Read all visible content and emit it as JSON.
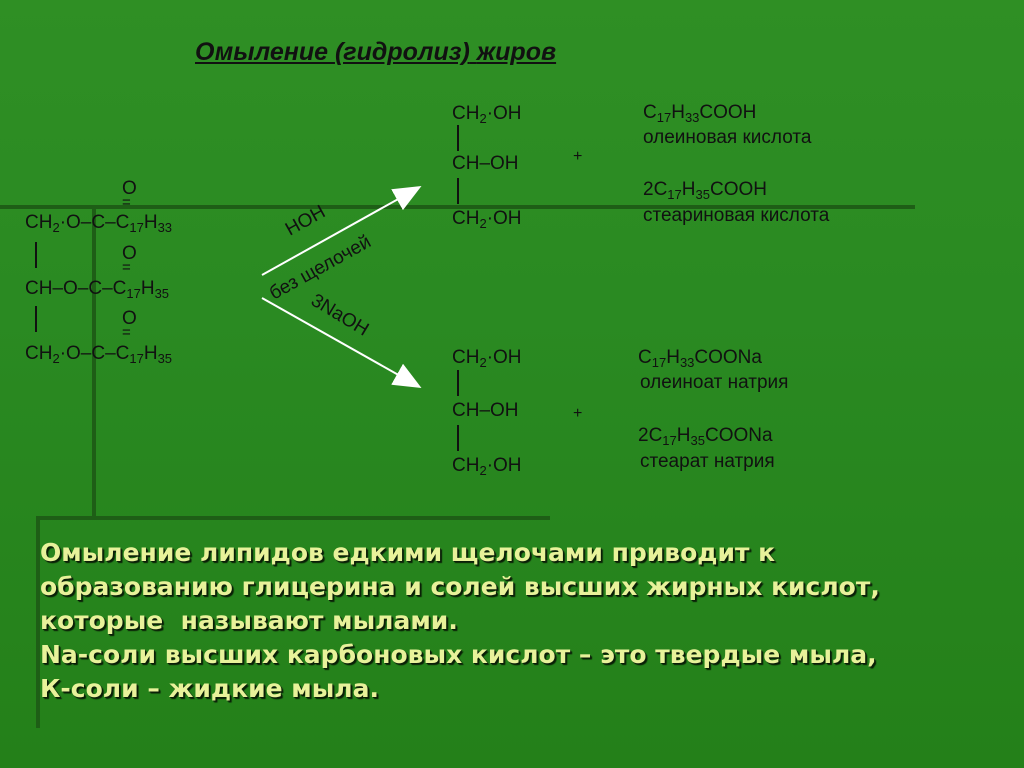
{
  "title": {
    "part1": "Омыление",
    "part2": "(гидролиз)",
    "part3": "жиров"
  },
  "triglyceride": {
    "row1": {
      "ch": "CH",
      "ch_sub": "2",
      "o": "·O–C–C",
      "r_sub1": "17",
      "r_h": "H",
      "r_sub2": "33"
    },
    "row2": {
      "ch": "CH–O–C–C",
      "r_sub1": "17",
      "r_h": "H",
      "r_sub2": "35"
    },
    "row3": {
      "ch": "CH",
      "ch_sub": "2",
      "o": "·O–C–C",
      "r_sub1": "17",
      "r_h": "H",
      "r_sub2": "35"
    },
    "carbonyl_o": "O",
    "double_bond": "="
  },
  "arrows": {
    "upper_label1": "HOH",
    "upper_label2": "без щелочей",
    "lower_label": "3NaOH"
  },
  "glycerol": {
    "top": {
      "a": "CH",
      "sub": "2",
      "b": "·OH"
    },
    "mid": "CH–OH",
    "bot": {
      "a": "CH",
      "sub": "2",
      "b": "·OH"
    }
  },
  "plus": "+",
  "acids": {
    "oleic_formula": {
      "a": "C",
      "s1": "17",
      "b": "H",
      "s2": "33",
      "c": "COOH"
    },
    "oleic_name": "олеиновая кислота",
    "stearic_formula": {
      "a": "2C",
      "s1": "17",
      "b": "H",
      "s2": "35",
      "c": "COOH"
    },
    "stearic_name": "стеариновая кислота"
  },
  "salts": {
    "oleate_formula": {
      "a": "C",
      "s1": "17",
      "b": "H",
      "s2": "33",
      "c": "COONa"
    },
    "oleate_name": "олеиноат натрия",
    "stearate_formula": {
      "a": "2C",
      "s1": "17",
      "b": "H",
      "s2": "35",
      "c": "COONa"
    },
    "stearate_name": "стеарат натрия"
  },
  "summary": {
    "line1": "Омыление липидов едкими щелочами приводит к",
    "line2": "образованию глицерина и солей высших жирных кислот,",
    "line3": "которые  называют мылами.",
    "line4": "Na-соли высших карбоновых кислот – это твердые мыла,",
    "line5": "К-соли – жидкие мыла."
  }
}
